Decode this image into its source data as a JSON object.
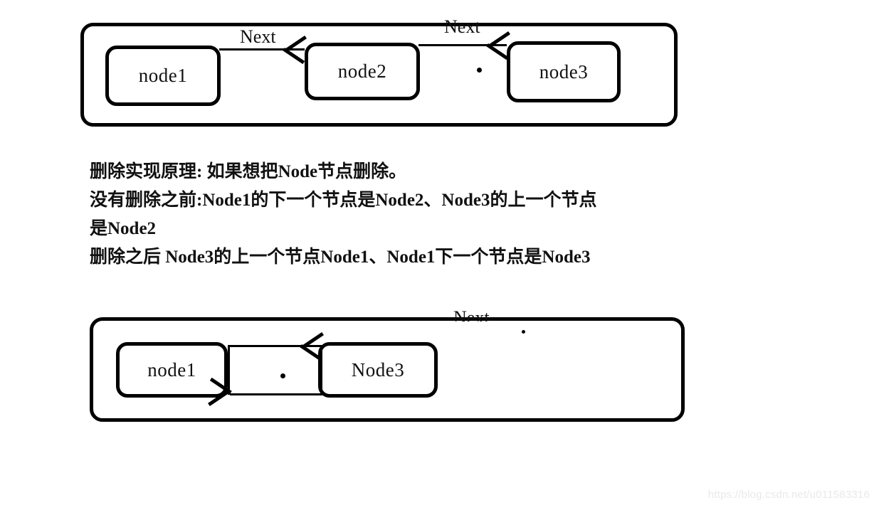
{
  "page": {
    "background_color": "#ffffff",
    "ink_color": "#000000"
  },
  "diagram_before": {
    "title_hidden": "",
    "container_name": "linked-list-before-deletion",
    "nodes": [
      {
        "id": "node1",
        "label": "node1"
      },
      {
        "id": "node2",
        "label": "node2"
      },
      {
        "id": "node3",
        "label": "node3"
      }
    ],
    "edges": [
      {
        "from": "node1",
        "to": "node2",
        "label": "Next"
      },
      {
        "from": "node2",
        "to": "node3",
        "label": "Next"
      }
    ]
  },
  "description": {
    "lines": [
      "删除实现原理: 如果想把Node节点删除。",
      "没有删除之前:Node1的下一个节点是Node2、Node3的上一个节点",
      "是Node2",
      "删除之后 Node3的上一个节点Node1、Node1下一个节点是Node3"
    ]
  },
  "diagram_after": {
    "container_name": "linked-list-after-deletion",
    "nodes": [
      {
        "id": "node1",
        "label": "node1"
      },
      {
        "id": "node3",
        "label": "Node3"
      }
    ],
    "edges": [
      {
        "from": "node1",
        "to": "Node3",
        "label": "Next",
        "direction": "forward"
      },
      {
        "from": "Node3",
        "to": "node1",
        "label": "",
        "direction": "backward"
      }
    ]
  },
  "watermark": {
    "text": "https://blog.csdn.net/u011583316",
    "color": "#e9e9e9"
  }
}
